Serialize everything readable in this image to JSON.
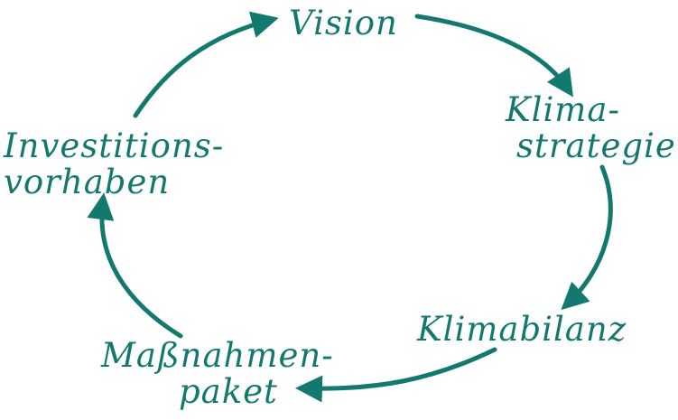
{
  "colors": {
    "accent": "#13796f",
    "background": "#ffffff"
  },
  "cycle": {
    "steps": [
      {
        "lines": [
          "Vision"
        ]
      },
      {
        "lines": [
          "Klima-",
          "strategie"
        ]
      },
      {
        "lines": [
          "Klimabilanz"
        ]
      },
      {
        "lines": [
          "Maßnahmen-",
          "paket"
        ]
      },
      {
        "lines": [
          "Investitions-",
          "vorhaben"
        ]
      }
    ]
  }
}
